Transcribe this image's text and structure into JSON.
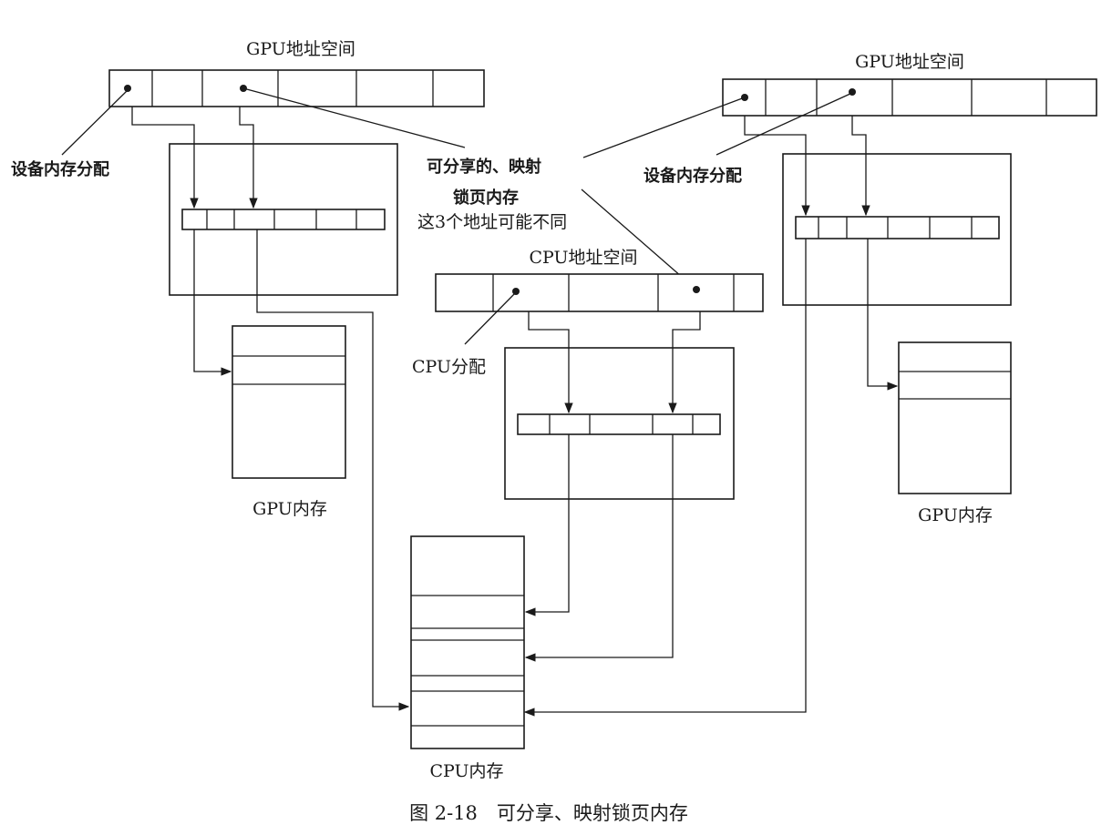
{
  "labels": {
    "gpu_addr_space_left": "GPU地址空间",
    "gpu_addr_space_right": "GPU地址空间",
    "cpu_addr_space": "CPU地址空间",
    "device_alloc_left": "设备内存分配",
    "device_alloc_right": "设备内存分配",
    "shared_line1": "可分享的、映射",
    "shared_line2": "锁页内存",
    "shared_line3": "这3个地址可能不同",
    "cpu_alloc": "CPU分配",
    "gpu_mem_left": "GPU内存",
    "gpu_mem_right": "GPU内存",
    "cpu_mem": "CPU内存"
  },
  "caption": "图 2-18　可分享、映射锁页内存"
}
